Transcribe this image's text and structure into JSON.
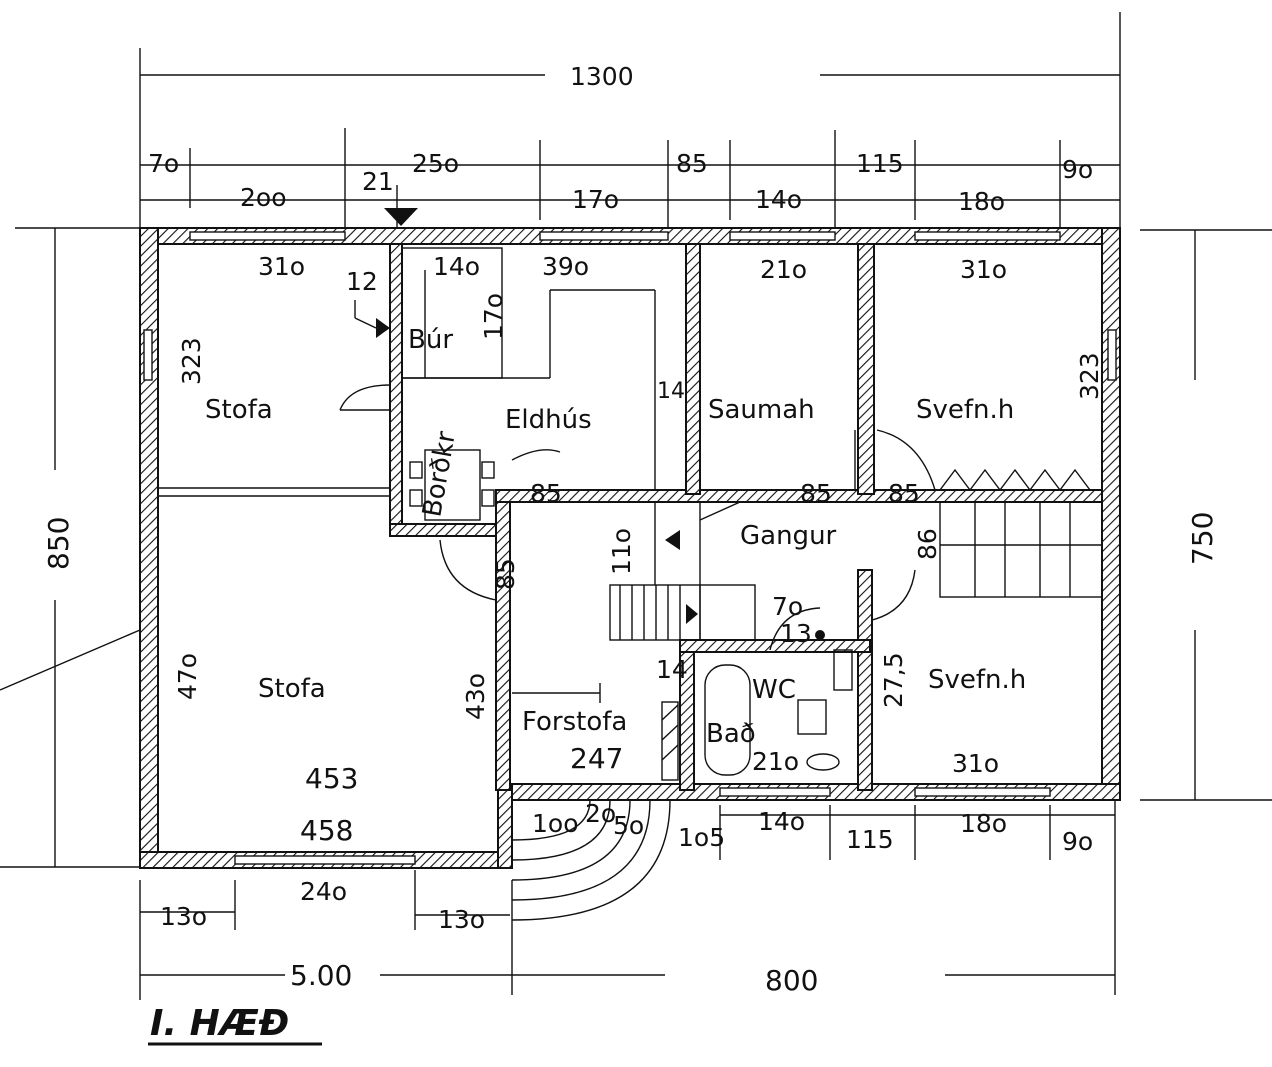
{
  "title": "I. HÆÐ",
  "rooms": {
    "stofa_upper": "Stofa",
    "stofa_lower": "Stofa",
    "bur": "Búr",
    "eldhus": "Eldhús",
    "saumah": "Saumah",
    "svefnh_upper": "Svefn.h",
    "svefnh_lower": "Svefn.h",
    "gangur": "Gangur",
    "forstofa": "Forstofa",
    "bad": "Bað",
    "wc": "WC",
    "bordkr": "Borðkr"
  },
  "dimensions": {
    "overall_top": "1300",
    "top_70": "7o",
    "top_250": "25o",
    "top_85": "85",
    "top_115": "115",
    "top_90": "9o",
    "top2_200": "2oo",
    "top2_21": "21",
    "top2_170": "17o",
    "top2_140": "14o",
    "top2_180": "18o",
    "left_850": "850",
    "right_750": "750",
    "d_310_a": "31o",
    "d_12": "12",
    "d_140_bur": "14o",
    "d_390": "39o",
    "d_210_top": "21o",
    "d_310_b": "31o",
    "d_323_left": "323",
    "d_170_bur": "17o",
    "d_323_right": "323",
    "d_14_a": "14",
    "d_85_a": "85",
    "d_85_b": "85",
    "d_85_c": "85",
    "d_110": "11o",
    "d_86": "86",
    "d_85_vert": "85",
    "d_70_wc": "7o",
    "d_13": "13",
    "d_470": "47o",
    "d_430": "43o",
    "d_14_b": "14",
    "d_275": "27,5",
    "d_247": "247",
    "d_210_bot": "21o",
    "d_310_c": "31o",
    "d_453": "453",
    "d_458": "458",
    "d_100": "1oo",
    "d_20": "2o",
    "d_50": "5o",
    "d_105": "1o5",
    "d_140_bot": "14o",
    "d_115_bot": "115",
    "d_180_bot": "18o",
    "d_90_bot": "9o",
    "d_240": "24o",
    "d_130_a": "13o",
    "d_130_b": "13o",
    "d_500": "5.00",
    "d_800": "800"
  }
}
